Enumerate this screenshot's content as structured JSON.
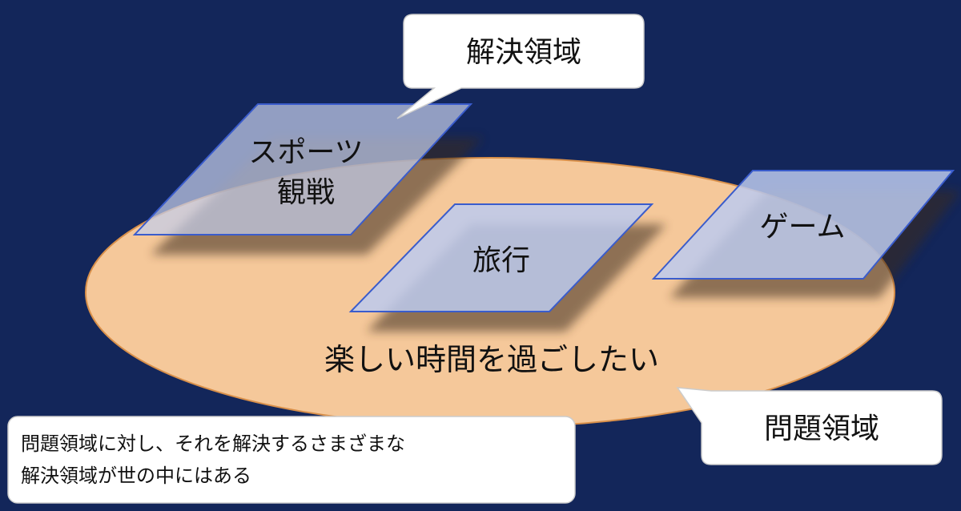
{
  "colors": {
    "background": "#13265a",
    "problem_fill": "#f5c89a",
    "problem_stroke": "#d9904a",
    "plane_fill": "#b9c7ee",
    "plane_stroke": "#3a5ccc",
    "callout_fill": "#ffffff"
  },
  "solution_callout": {
    "label": "解決領域"
  },
  "problem_callout": {
    "label": "問題領域"
  },
  "problem_domain": {
    "label": "楽しい時間を過ごしたい"
  },
  "solutions": [
    {
      "line1": "スポーツ",
      "line2": "観戦"
    },
    {
      "line1": "旅行",
      "line2": ""
    },
    {
      "line1": "ゲーム",
      "line2": ""
    }
  ],
  "note": {
    "line1": "問題領域に対し、それを解決するさまざまな",
    "line2": "解決領域が世の中にはある"
  }
}
